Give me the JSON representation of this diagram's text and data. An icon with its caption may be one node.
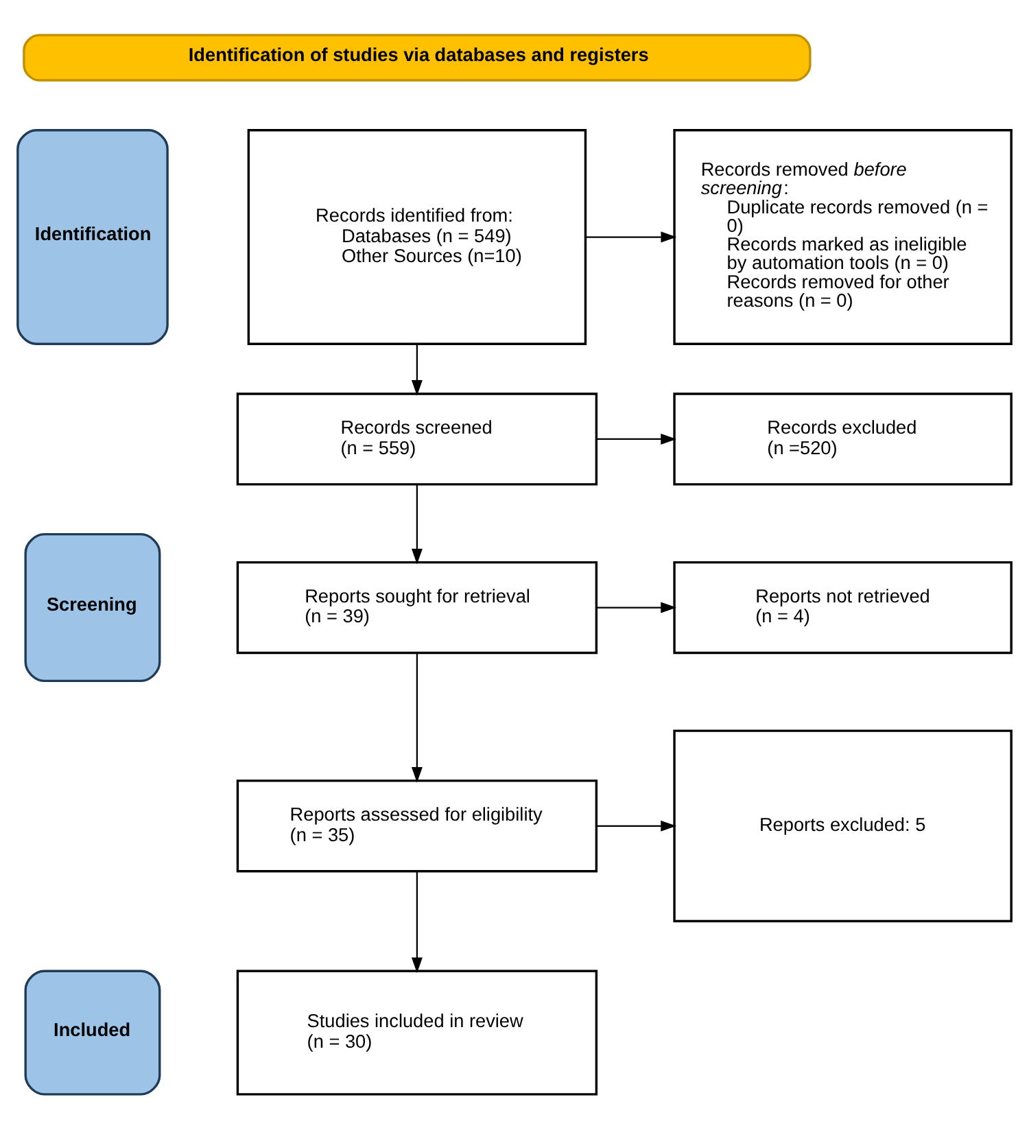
{
  "diagram": {
    "nodes": [
      {
        "text": [
          "Identification of studies via databases and registers"
        ]
      },
      {
        "text": [
          "Identification"
        ]
      },
      {
        "text": [
          "Records identified from:",
          "Databases (n = 549)",
          "Other Sources (n=10)"
        ]
      },
      {
        "text": [
          "Records removed *before screening*:",
          "Duplicate records removed (n = 0)",
          "Records marked as ineligible by automation tools (n = 0)",
          "Records removed for other reasons (n = 0)"
        ]
      },
      {
        "text": [
          "Screening"
        ]
      },
      {
        "text": [
          "Records screened",
          "(n = 559)"
        ]
      },
      {
        "text": [
          "Records excluded",
          "(n =520)"
        ]
      },
      {
        "text": [
          "Reports sought for retrieval",
          "(n = 39)"
        ]
      },
      {
        "text": [
          "Reports not retrieved",
          "(n = 4)"
        ]
      },
      {
        "text": [
          "Reports assessed for eligibility",
          "(n = 35)"
        ]
      },
      {
        "text": [
          "Reports excluded: 5"
        ]
      },
      {
        "text": [
          "Included"
        ]
      },
      {
        "text": [
          "Studies included in review",
          "(n = 30)"
        ]
      }
    ],
    "edges": [
      {
        "from": 2,
        "to": 3,
        "arrow": "to"
      },
      {
        "from": 2,
        "to": 5,
        "arrow": "to"
      },
      {
        "from": 5,
        "to": 6,
        "arrow": "to"
      },
      {
        "from": 5,
        "to": 7,
        "arrow": "to"
      },
      {
        "from": 7,
        "to": 8,
        "arrow": "to"
      },
      {
        "from": 7,
        "to": 9,
        "arrow": "to"
      },
      {
        "from": 9,
        "to": 10,
        "arrow": "to"
      },
      {
        "from": 9,
        "to": 12,
        "arrow": "to"
      }
    ]
  }
}
